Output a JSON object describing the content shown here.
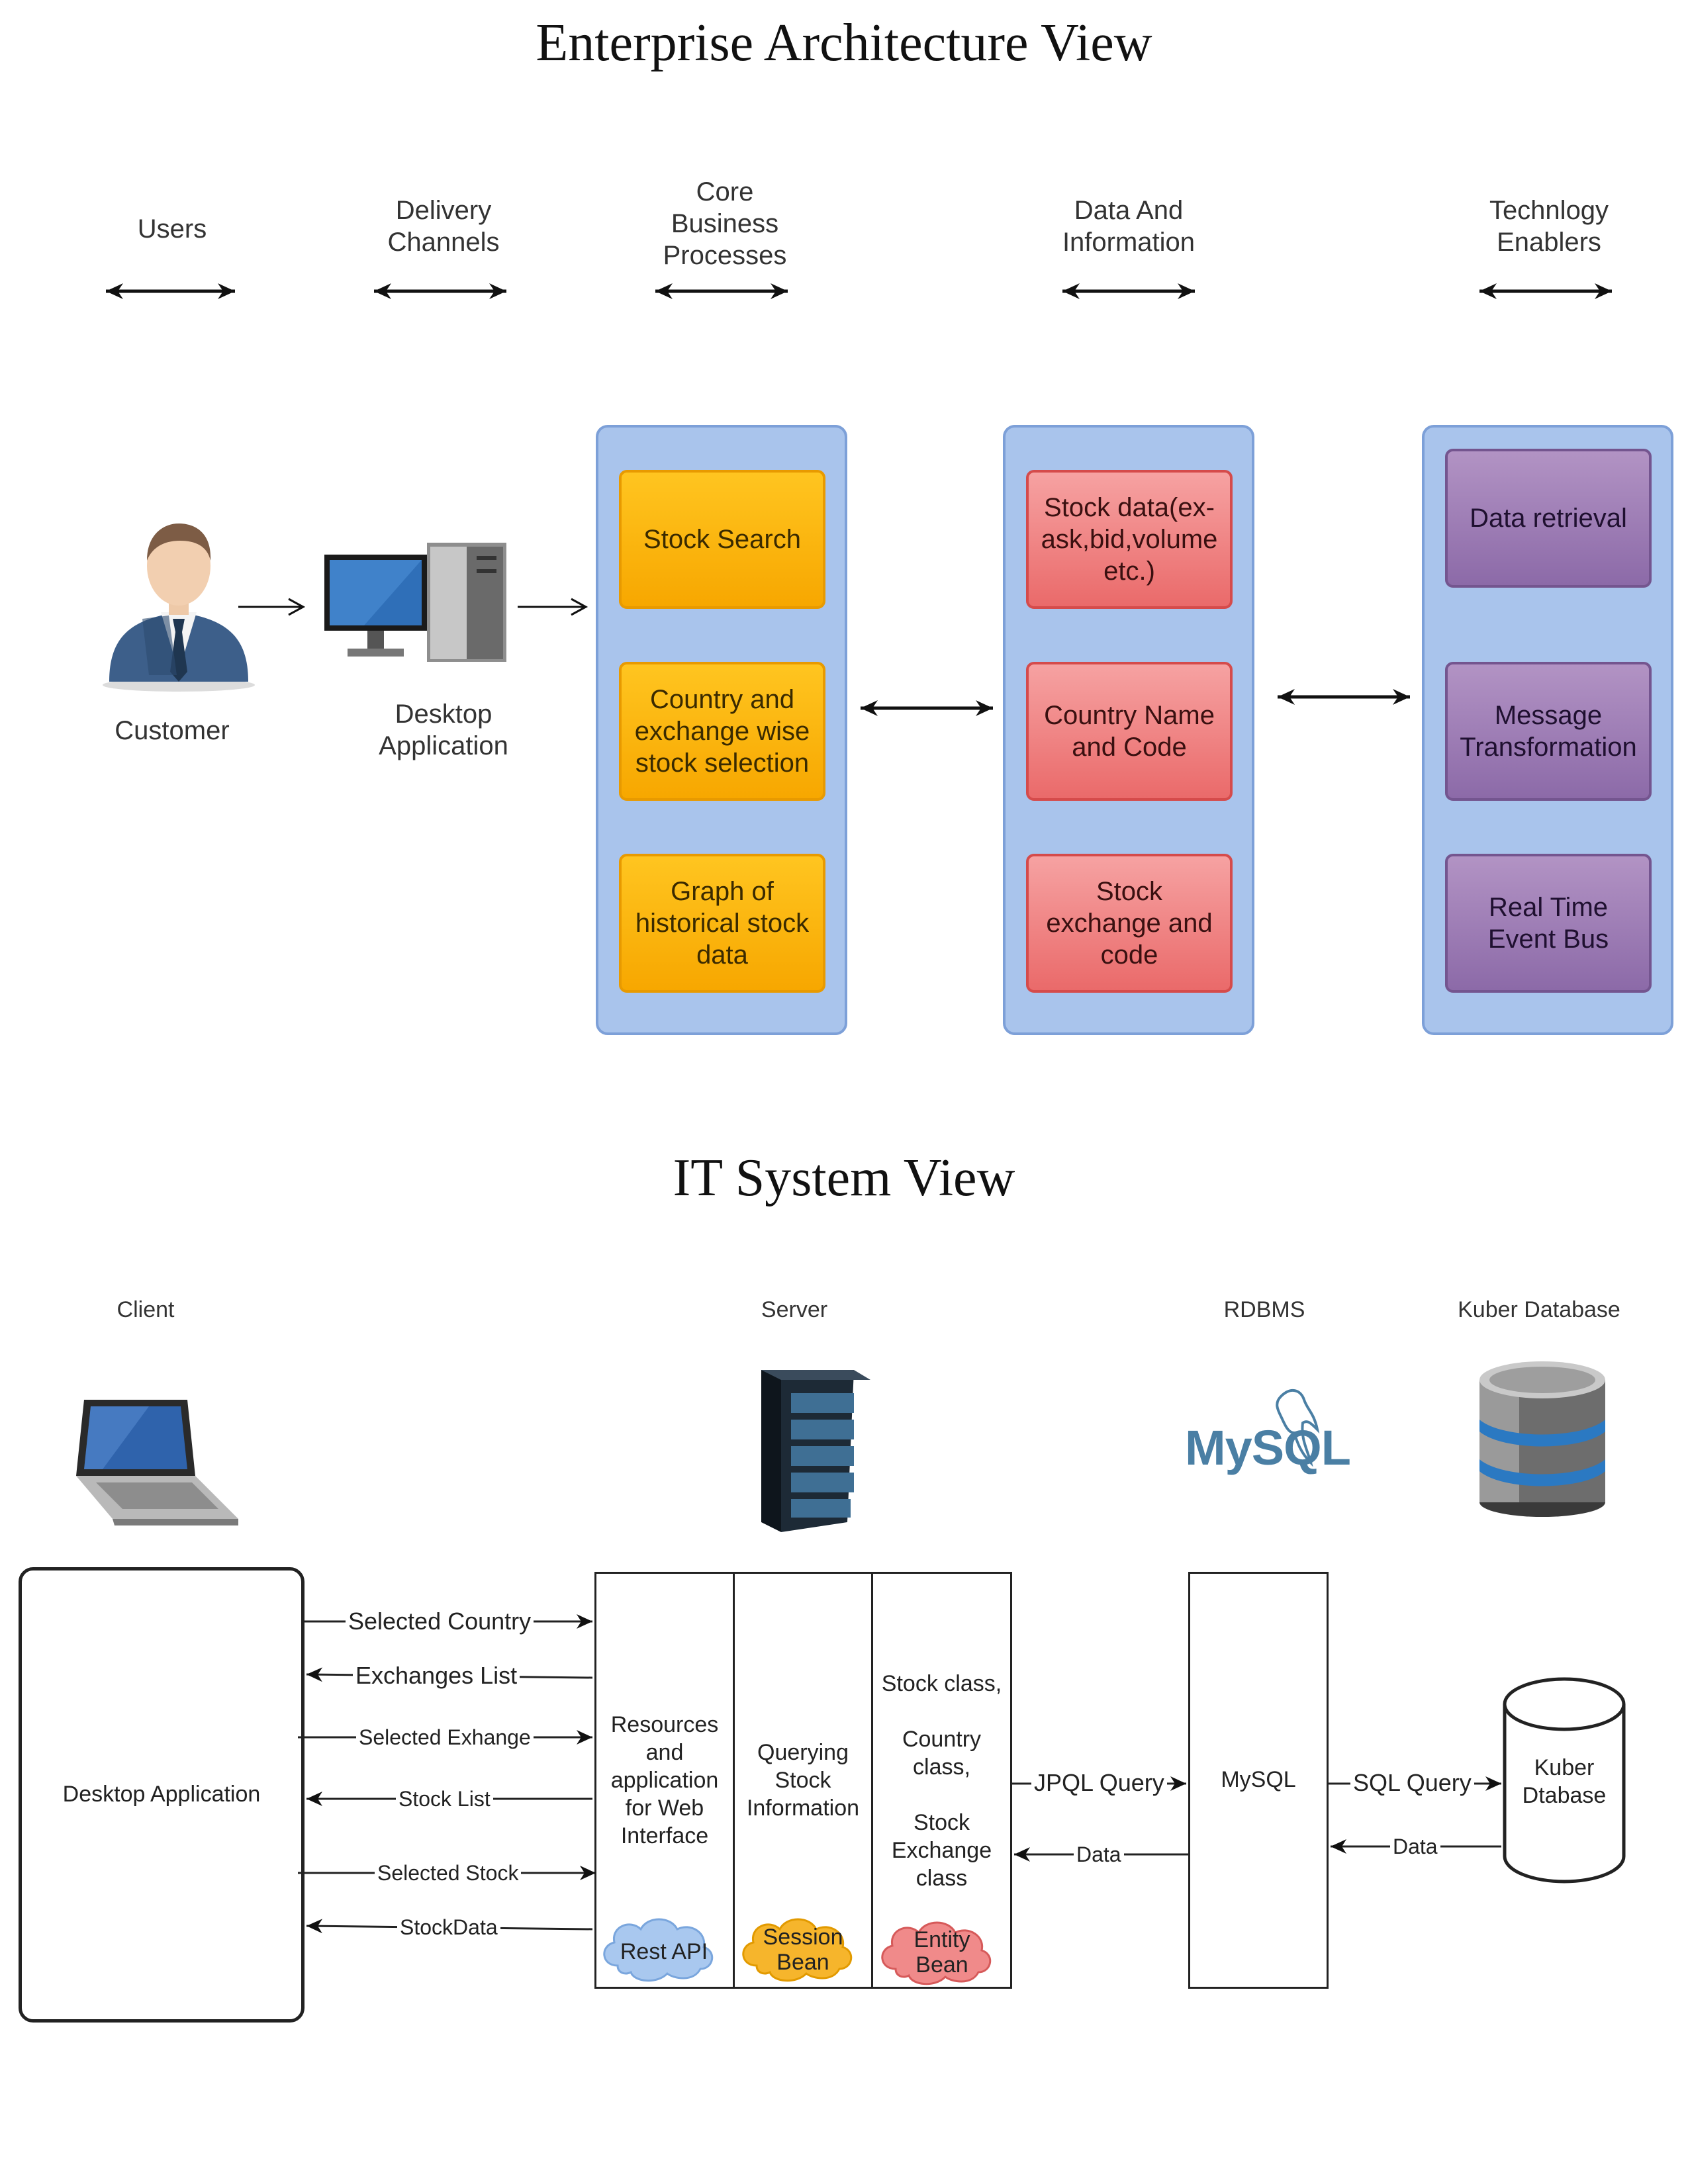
{
  "titles": {
    "enterprise": "Enterprise Architecture View",
    "it_system": "IT System View"
  },
  "lanes": [
    {
      "label": "Users"
    },
    {
      "label": "Delivery\nChannels"
    },
    {
      "label": "Core\nBusiness\nProcesses"
    },
    {
      "label": "Data And\nInformation"
    },
    {
      "label": "Technlogy\nEnablers"
    }
  ],
  "actors": {
    "customer": "Customer",
    "desktop": "Desktop\nApplication"
  },
  "core_processes": [
    {
      "label": "Stock Search"
    },
    {
      "label": "Country and\nexchange wise\nstock selection"
    },
    {
      "label": "Graph of\nhistorical stock\ndata"
    }
  ],
  "data_info": [
    {
      "label": "Stock data(ex-\nask,bid,volume\netc.)"
    },
    {
      "label": "Country Name\nand Code"
    },
    {
      "label": "Stock\nexchange and\ncode"
    }
  ],
  "tech_enablers": [
    {
      "label": "Data retrieval"
    },
    {
      "label": "Message\nTransformation"
    },
    {
      "label": "Real Time\nEvent Bus"
    }
  ],
  "system_headers": {
    "client": "Client",
    "server": "Server",
    "rdbms": "RDBMS",
    "kuber": "Kuber Database"
  },
  "icons": {
    "mysql_logo": "MySQL"
  },
  "client_box": "Desktop Application",
  "server_columns": [
    {
      "text": "Resources\nand\napplication\nfor Web\nInterface",
      "badge": "Rest API",
      "badge_color": "#a9c8ef"
    },
    {
      "text": "Querying\nStock\nInformation",
      "badge": "Session\nBean",
      "badge_color": "#f6b52c"
    },
    {
      "text": "Stock class,\n\nCountry\nclass,\n\nStock\nExchange\nclass",
      "badge": "Entity\nBean",
      "badge_color": "#f08a8a"
    }
  ],
  "mysql_box": "MySQL",
  "kuber_db": "Kuber\nDtabase",
  "client_messages": [
    {
      "label": "Selected Country",
      "dir": "right"
    },
    {
      "label": "Exchanges List",
      "dir": "left"
    },
    {
      "label": "Selected Exhange",
      "dir": "right"
    },
    {
      "label": "Stock List",
      "dir": "left"
    },
    {
      "label": "Selected Stock",
      "dir": "right"
    },
    {
      "label": "StockData",
      "dir": "left"
    }
  ],
  "db_messages": {
    "jpql": "JPQL Query",
    "data1": "Data",
    "sql": "SQL Query",
    "data2": "Data"
  },
  "colors": {
    "panel": "#a9c4ec",
    "orange": "#f7a700",
    "red": "#ea6a6a",
    "purple": "#8c6aa8"
  }
}
